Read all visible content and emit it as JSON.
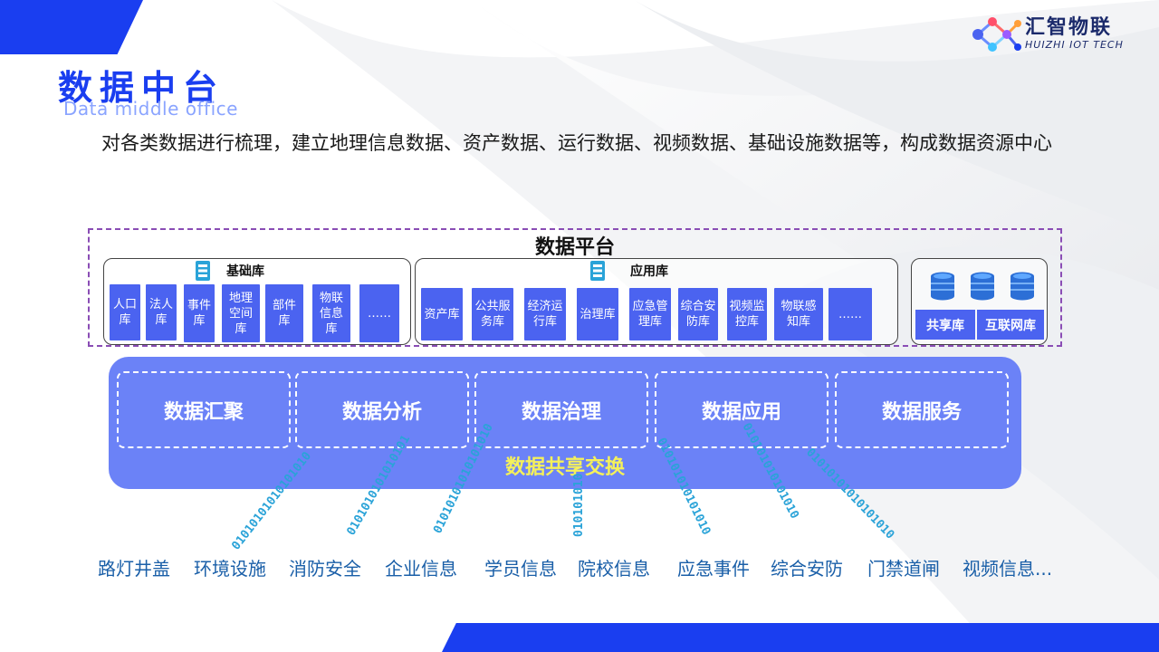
{
  "header": {
    "title_cn": "数据中台",
    "title_en": "Data middle office",
    "description": "对各类数据进行梳理，建立地理信息数据、资产数据、运行数据、视频数据、基础设施数据等，构成数据资源中心"
  },
  "logo": {
    "name_cn": "汇智物联",
    "name_en": "HUIZHI IOT TECH",
    "icon": "molecule-logo-icon"
  },
  "platform": {
    "title": "数据平台",
    "base_library": {
      "label": "基础库",
      "items": [
        "人口库",
        "法人库",
        "事件库",
        "地理空间库",
        "部件库",
        "物联信息库",
        "……"
      ]
    },
    "app_library": {
      "label": "应用库",
      "items": [
        "资产库",
        "公共服务库",
        "经济运行库",
        "治理库",
        "应急管理库",
        "综合安防库",
        "视频监控库",
        "物联感知库",
        "……"
      ]
    },
    "share_group": {
      "items": [
        "共享库",
        "互联网库"
      ]
    }
  },
  "process": {
    "steps": [
      "数据汇聚",
      "数据分析",
      "数据治理",
      "数据应用",
      "数据服务"
    ],
    "exchange_label": "数据共享交换"
  },
  "binary_streams": [
    "01010101010101010",
    "0101010101010101",
    "01010101010101010",
    "010101010",
    "010101010101010",
    "010101010101010",
    "01010101010101010"
  ],
  "sources": [
    "路灯井盖",
    "环境设施",
    "消防安全",
    "企业信息",
    "学员信息",
    "院校信息",
    "应急事件",
    "综合安防",
    "门禁道闸",
    "视频信息..."
  ],
  "colors": {
    "brand_blue": "#1a3ef0",
    "item_blue": "#4b63f0",
    "process_blue": "#6b82f7",
    "exchange_yellow": "#f5f15a",
    "source_text": "#1a5fa8",
    "binary_cyan": "#2aa3d8",
    "platform_border": "#8a4db5"
  }
}
